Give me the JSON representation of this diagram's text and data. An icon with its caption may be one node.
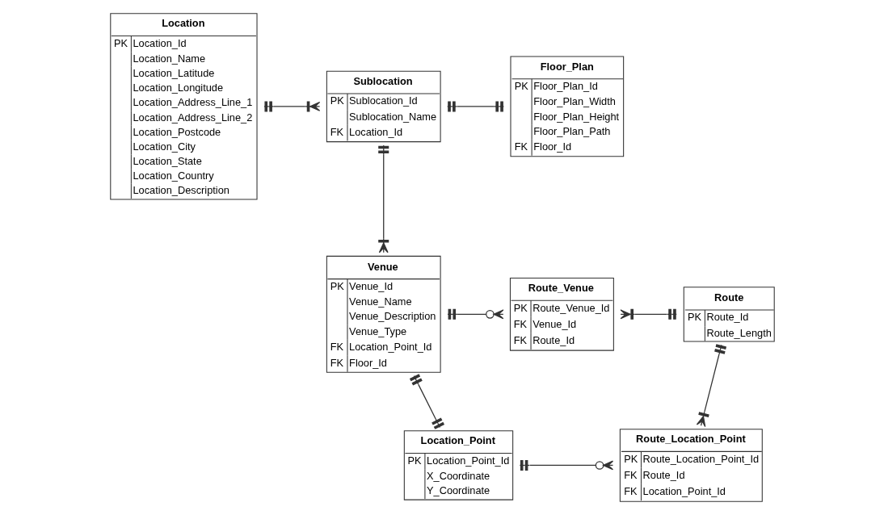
{
  "diagram": {
    "nodes": [
      {
        "text": [
          "Location",
          "PK",
          "Location_Id",
          "Location_Name",
          "Location_Latitude",
          "Location_Longitude",
          "Location_Address_Line_1",
          "Location_Address_Line_2",
          "Location_Postcode",
          "Location_City",
          "Location_State",
          "Location_Country",
          "Location_Description"
        ]
      },
      {
        "text": [
          "Sublocation",
          "PK",
          "Sublocation_Id",
          "Sublocation_Name",
          "FK",
          "Location_Id"
        ]
      },
      {
        "text": [
          "Floor_Plan",
          "PK",
          "Floor_Plan_Id",
          "Floor_Plan_Width",
          "Floor_Plan_Height",
          "Floor_Plan_Path",
          "FK",
          "Floor_Id"
        ]
      },
      {
        "text": [
          "Venue",
          "PK",
          "Venue_Id",
          "Venue_Name",
          "Venue_Description",
          "Venue_Type",
          "FK",
          "Location_Point_Id",
          "FK",
          "Floor_Id"
        ]
      },
      {
        "text": [
          "Route_Venue",
          "PK",
          "Route_Venue_Id",
          "FK",
          "Venue_Id",
          "FK",
          "Route_Id"
        ]
      },
      {
        "text": [
          "Route",
          "PK",
          "Route_Id",
          "Route_Length"
        ]
      },
      {
        "text": [
          "Location_Point",
          "PK",
          "Location_Point_Id",
          "X_Coordinate",
          "Y_Coordinate"
        ]
      },
      {
        "text": [
          "Route_Location_Point",
          "PK",
          "Route_Location_Point_Id",
          "FK",
          "Route_Id",
          "FK",
          "Location_Point_Id"
        ]
      }
    ],
    "edges": [
      {
        "from": 0,
        "to": 1,
        "arrow": "other"
      },
      {
        "from": 1,
        "to": 2,
        "arrow": "other"
      },
      {
        "from": 1,
        "to": 3,
        "arrow": "other"
      },
      {
        "from": 3,
        "to": 4,
        "arrow": "other"
      },
      {
        "from": 4,
        "to": 5,
        "arrow": "other"
      },
      {
        "from": 3,
        "to": 6,
        "arrow": "other"
      },
      {
        "from": 6,
        "to": 7,
        "arrow": "other"
      },
      {
        "from": 5,
        "to": 7,
        "arrow": "other"
      }
    ]
  }
}
